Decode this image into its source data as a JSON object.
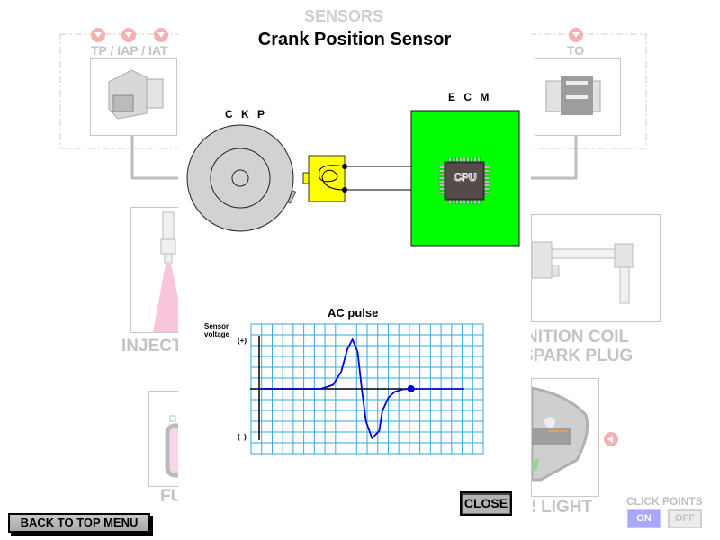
{
  "background": {
    "section_title": "SENSORS",
    "tp_iap_iat_label": "TP / IAP / IAT",
    "to_label": "TO",
    "injector_label": "INJECTOR",
    "ignition_label_1": "IGNITION COIL",
    "ignition_label_2": "SPARK PLUG",
    "fuel_label": "FUEL PUMP",
    "light_label": "INDICATOR LIGHT"
  },
  "modal": {
    "title": "Crank Position Sensor",
    "ckp_label": "C K P",
    "ecm_label": "E C M",
    "cpu_label": "CPU",
    "close_label": "CLOSE"
  },
  "chart_data": {
    "type": "line",
    "title": "AC pulse",
    "ylabel": "Sensor voltage",
    "xlabel": "",
    "y_tick_labels": [
      "(+)",
      "(–)"
    ],
    "ylim": [
      -1,
      1
    ],
    "xlim": [
      0,
      1
    ],
    "grid": true,
    "series": [
      {
        "name": "sensor voltage",
        "color": "#0000dd",
        "x": [
          0,
          0.3,
          0.36,
          0.4,
          0.43,
          0.455,
          0.48,
          0.5,
          0.52,
          0.55,
          0.585,
          0.6,
          0.63,
          0.66,
          0.7,
          0.74,
          1.0
        ],
        "y": [
          0,
          0,
          0.08,
          0.35,
          0.8,
          1.0,
          0.75,
          0.0,
          -0.65,
          -1.0,
          -0.85,
          -0.45,
          -0.18,
          -0.06,
          -0.01,
          0,
          0
        ]
      }
    ],
    "marker": {
      "x": 0.74,
      "y": 0
    }
  },
  "footer": {
    "back_label": "BACK TO TOP MENU",
    "click_points_label": "CLICK POINTS",
    "on_label": "ON",
    "off_label": "OFF"
  },
  "colors": {
    "ecm_fill": "#00ff00",
    "sensor_fill": "#ffff00",
    "grid_line": "#33aadd",
    "trace": "#0000dd",
    "hotspot": "#f7b0b0"
  }
}
